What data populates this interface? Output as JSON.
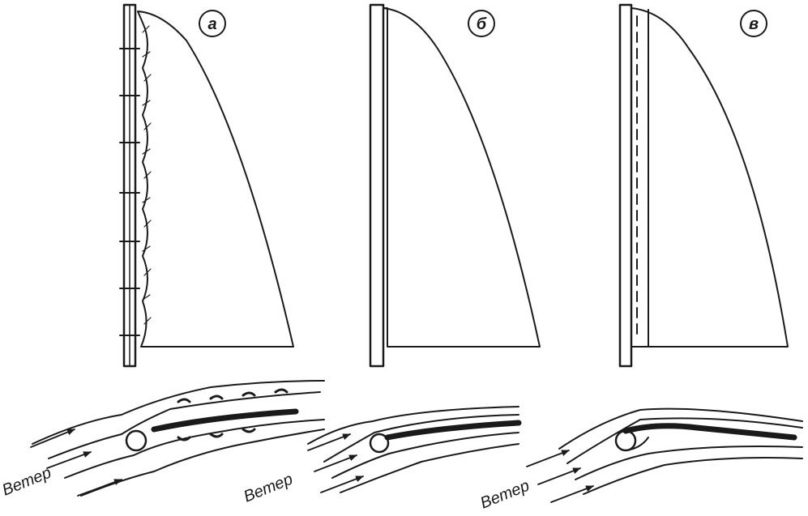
{
  "panels": [
    {
      "id": "a",
      "label": "а",
      "wind_label": "Ветер"
    },
    {
      "id": "b",
      "label": "б",
      "wind_label": "Ветер"
    },
    {
      "id": "v",
      "label": "в",
      "wind_label": "Ветер"
    }
  ],
  "colors": {
    "ink": "#1a1a1a",
    "paper": "#ffffff"
  }
}
